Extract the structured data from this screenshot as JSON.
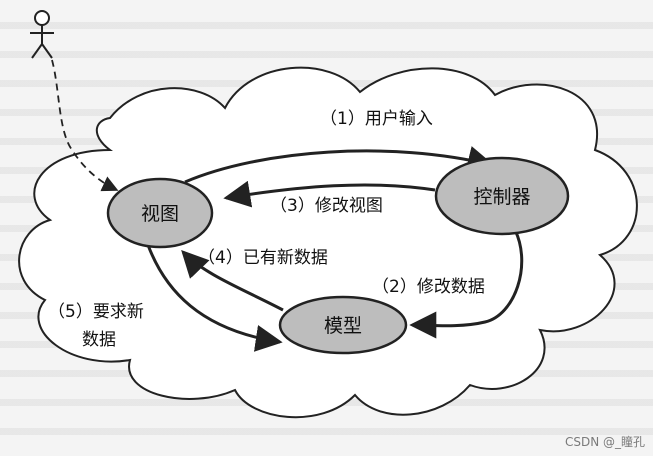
{
  "diagram": {
    "nodes": {
      "view": "视图",
      "controller": "控制器",
      "model": "模型"
    },
    "edges": {
      "user_input": "（1）用户输入",
      "modify_data": "（2）修改数据",
      "modify_view": "（3）修改视图",
      "new_data": "（4）已有新数据",
      "request_data_line1": "（5）要求新",
      "request_data_line2": "数据"
    }
  },
  "watermark": "CSDN @_瞳孔",
  "colors": {
    "node_fill": "#bdbdbd",
    "stroke": "#222222",
    "cloud_fill": "#ffffff"
  }
}
